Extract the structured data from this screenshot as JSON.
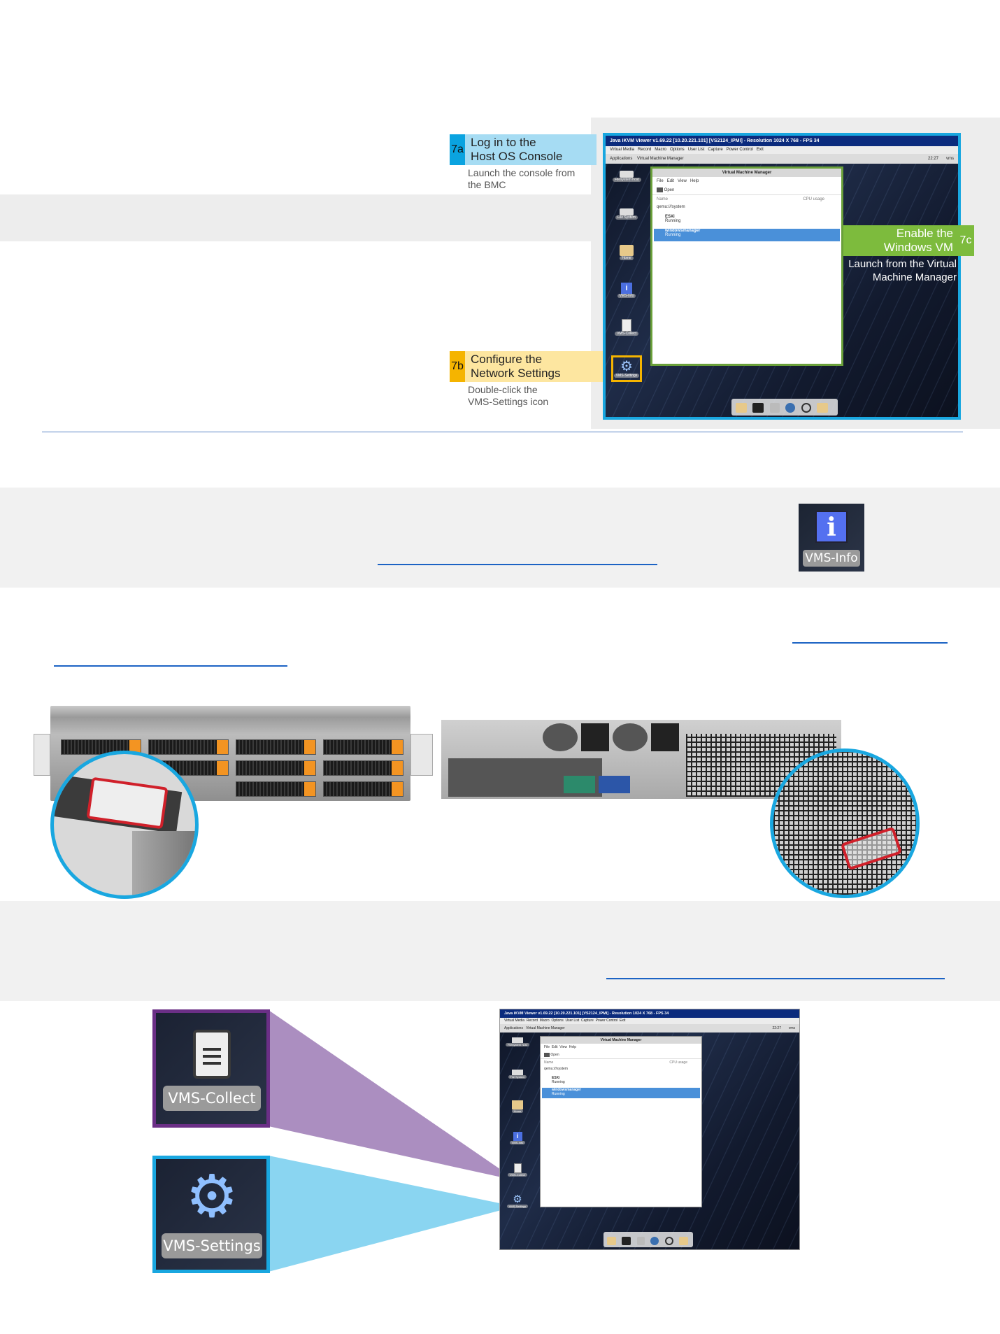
{
  "step7": {
    "a": {
      "num": "7a",
      "title_line1": "Log in to the",
      "title_line2": "Host OS Console",
      "sub_line1": "Launch the console from",
      "sub_line2": "the BMC"
    },
    "b": {
      "num": "7b",
      "title_line1": "Configure the",
      "title_line2": "Network Settings",
      "sub_line1": "Double-click the",
      "sub_line2": "VMS-Settings icon"
    },
    "c": {
      "num": "7c",
      "title_line1": "Enable the",
      "title_line2": "Windows VM",
      "sub_line1": "Launch from the Virtual",
      "sub_line2": "Machine Manager"
    }
  },
  "console": {
    "title": "Java iKVM Viewer v1.69.22 [10.20.221.101] [VS2124_IPMI] - Resolution 1024 X 768 - FPS 34",
    "menu": [
      "Virtual Media",
      "Record",
      "Macro",
      "Options",
      "User List",
      "Capture",
      "Power Control",
      "Exit"
    ],
    "taskbar_apps": "Applications",
    "taskbar_window": "Virtual Machine Manager",
    "clock": "22:27",
    "user": "vms",
    "desktop_icons": [
      "Filesystem host",
      "File System",
      "Home",
      "VMS-Info",
      "VMS-Collect",
      "VMS-Settings"
    ],
    "vmm": {
      "title": "Virtual Machine Manager",
      "menu": [
        "File",
        "Edit",
        "View",
        "Help"
      ],
      "toolbar_open": "Open",
      "col_name": "Name",
      "col_cpu": "CPU usage",
      "group": "qemu:///system",
      "vms": [
        {
          "name": "ESXi",
          "state": "Running"
        },
        {
          "name": "windowsmanager",
          "state": "Running"
        }
      ]
    }
  },
  "icons": {
    "vms_info": "VMS-Info",
    "vms_collect": "VMS-Collect",
    "vms_settings": "VMS-Settings"
  },
  "colors": {
    "blue_accent": "#19a7e0",
    "yellow_accent": "#f5b400",
    "green_accent": "#7dbb3d",
    "purple_accent": "#6b2f86",
    "link_blue": "#1c63c4"
  }
}
